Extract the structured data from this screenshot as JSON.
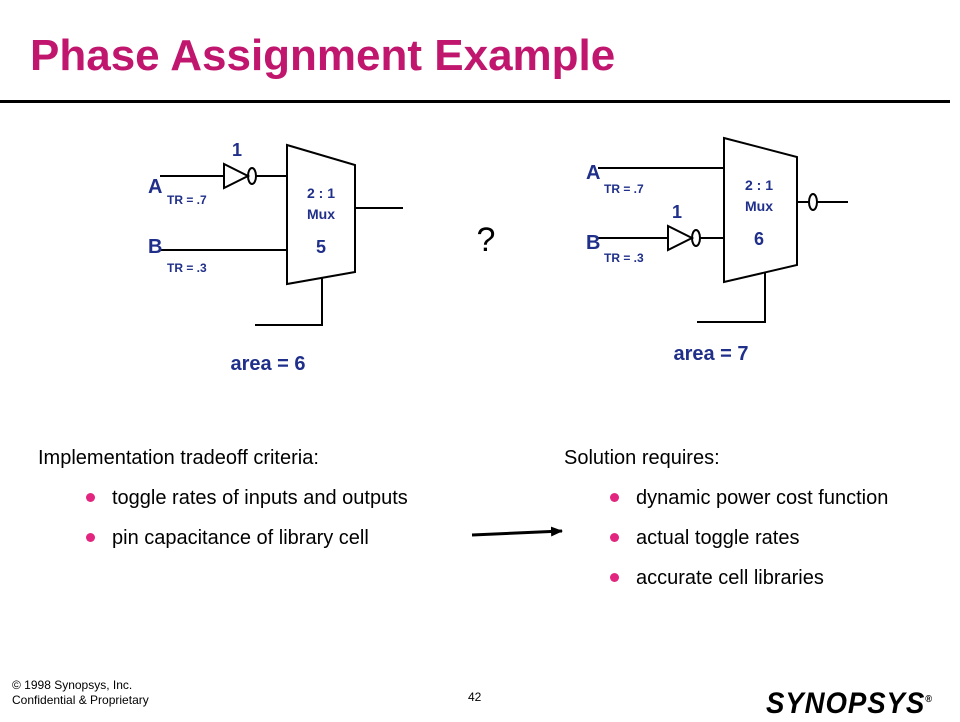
{
  "colors": {
    "title": "#c0166e",
    "diagram": "#1f2f8a",
    "line": "#000000",
    "text": "#000000",
    "bullet": "#e2257e"
  },
  "slide": {
    "title": "Phase Assignment Example",
    "question_mark": "?",
    "left_diagram": {
      "input_a": "A",
      "input_b": "B",
      "tr_a": "TR = .7",
      "tr_b": "TR = .3",
      "inverter_area": "1",
      "mux_label_line1": "2 : 1",
      "mux_label_line2": "Mux",
      "mux_area": "5",
      "area": "area = 6"
    },
    "right_diagram": {
      "input_a": "A",
      "input_b": "B",
      "tr_a": "TR = .7",
      "tr_b": "TR = .3",
      "inverter_area": "1",
      "mux_label_line1": "2 : 1",
      "mux_label_line2": "Mux",
      "mux_area": "6",
      "area": "area = 7"
    },
    "tradeoff": {
      "heading": "Implementation tradeoff criteria:",
      "items": [
        "toggle rates of inputs and outputs",
        "pin capacitance of library cell"
      ]
    },
    "solution": {
      "heading": "Solution requires:",
      "items": [
        "dynamic power cost function",
        "actual toggle rates",
        "accurate cell libraries"
      ]
    }
  },
  "footer": {
    "copyright": "© 1998 Synopsys, Inc.",
    "confidential": "Confidential & Proprietary",
    "page_number": "42",
    "logo": "SYNOPSYS",
    "logo_mark": "®"
  }
}
